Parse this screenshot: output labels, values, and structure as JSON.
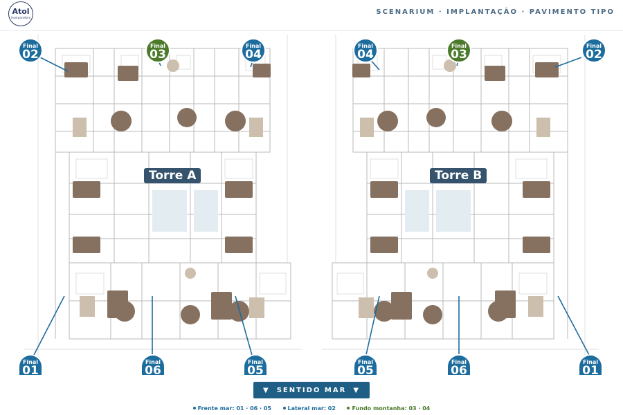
{
  "brand": {
    "logo_main": "Atol",
    "logo_sub": "Incorporadora"
  },
  "header": {
    "breadcrumb": "SCENARIUM · IMPLANTAÇÃO · PAVIMENTO TIPO"
  },
  "towers": [
    {
      "label": "Torre A"
    },
    {
      "label": "Torre B"
    }
  ],
  "badge_label": "Final",
  "finals": {
    "a_top": [
      "02",
      "03",
      "04"
    ],
    "a_bottom": [
      "01",
      "06",
      "05"
    ],
    "b_top": [
      "04",
      "03",
      "02"
    ],
    "b_bottom": [
      "05",
      "06",
      "01"
    ]
  },
  "sea_button": {
    "label": "SENTIDO MAR",
    "arrow_icon": "triangle-down-icon"
  },
  "legend": [
    {
      "text": "Frente mar: 01 · 06 · 05",
      "color": "#1c6c9e"
    },
    {
      "text": "Lateral mar: 02",
      "color": "#1c6c9e"
    },
    {
      "text": "Fundo montanha: 03 · 04",
      "color": "#4a7a2a"
    }
  ],
  "colors": {
    "accent_blue": "#1c6c9e",
    "accent_green": "#4a7a2a",
    "button": "#1f5f86",
    "label_bg": "#35536d",
    "furniture": "#86705f"
  }
}
